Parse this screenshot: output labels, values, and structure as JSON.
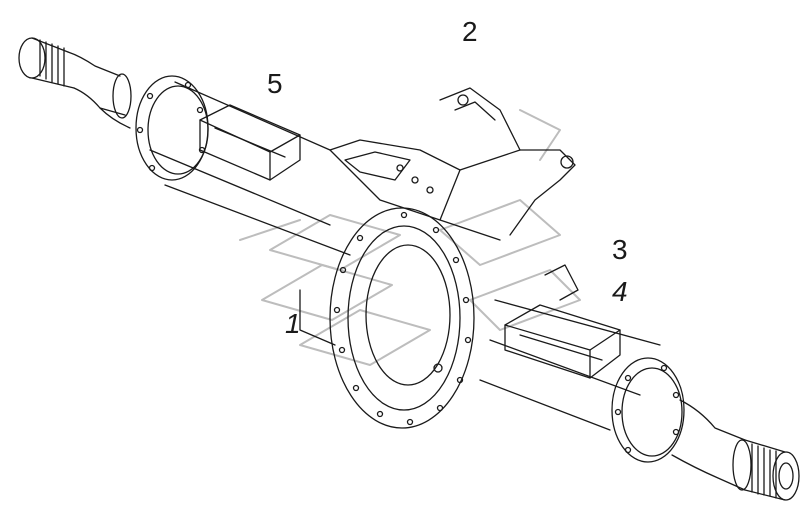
{
  "callouts": {
    "c1": "1",
    "c2": "2",
    "c3": "3",
    "c4": "4",
    "c5": "5"
  },
  "colors": {
    "line": "#1a1a1a",
    "watermark": "#bdbdbd"
  }
}
